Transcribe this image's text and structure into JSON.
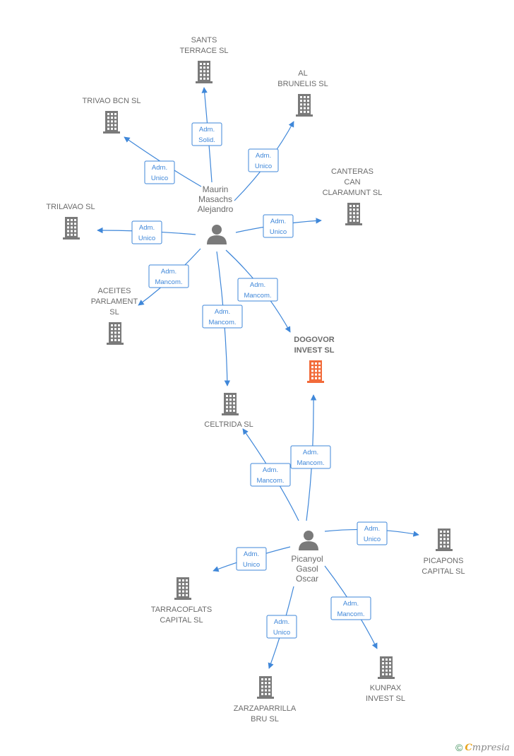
{
  "colors": {
    "edge": "#3f87d9",
    "building": "#7a7a7a",
    "building_focus": "#f26b3a",
    "person": "#7a7a7a"
  },
  "companies": [
    {
      "id": "sants",
      "lines": [
        "SANTS",
        "TERRACE  SL"
      ]
    },
    {
      "id": "trivao",
      "lines": [
        "TRIVAO BCN SL"
      ]
    },
    {
      "id": "brunelis",
      "lines": [
        "AL",
        "BRUNELIS  SL"
      ]
    },
    {
      "id": "canteras",
      "lines": [
        "CANTERAS",
        "CAN",
        "CLARAMUNT SL"
      ]
    },
    {
      "id": "trilavao",
      "lines": [
        "TRILAVAO  SL"
      ]
    },
    {
      "id": "aceites",
      "lines": [
        "ACEITES",
        "PARLAMENT",
        "SL"
      ]
    },
    {
      "id": "dogovor",
      "lines": [
        "DOGOVOR",
        "INVEST  SL"
      ],
      "focus": true
    },
    {
      "id": "celtrida",
      "lines": [
        "CELTRIDA SL"
      ]
    },
    {
      "id": "picapons",
      "lines": [
        "PICAPONS",
        "CAPITAL  SL"
      ]
    },
    {
      "id": "tarracoflats",
      "lines": [
        "TARRACOFLATS",
        "CAPITAL  SL"
      ]
    },
    {
      "id": "zarzaparrilla",
      "lines": [
        "ZARZAPARRILLA",
        "BRU  SL"
      ]
    },
    {
      "id": "kunpax",
      "lines": [
        "KUNPAX",
        "INVEST  SL"
      ]
    }
  ],
  "persons": [
    {
      "id": "maurin",
      "lines": [
        "Maurin",
        "Masachs",
        "Alejandro"
      ]
    },
    {
      "id": "picanyol",
      "lines": [
        "Picanyol",
        "Gasol",
        "Oscar"
      ]
    }
  ],
  "edges": [
    {
      "from": "maurin",
      "to": "sants",
      "lines": [
        "Adm.",
        "Solid."
      ]
    },
    {
      "from": "maurin",
      "to": "trivao",
      "lines": [
        "Adm.",
        "Unico"
      ]
    },
    {
      "from": "maurin",
      "to": "brunelis",
      "lines": [
        "Adm.",
        "Unico"
      ]
    },
    {
      "from": "maurin",
      "to": "canteras",
      "lines": [
        "Adm.",
        "Unico"
      ]
    },
    {
      "from": "maurin",
      "to": "trilavao",
      "lines": [
        "Adm.",
        "Unico"
      ]
    },
    {
      "from": "maurin",
      "to": "aceites",
      "lines": [
        "Adm.",
        "Mancom."
      ]
    },
    {
      "from": "maurin",
      "to": "dogovor",
      "lines": [
        "Adm.",
        "Mancom."
      ]
    },
    {
      "from": "maurin",
      "to": "celtrida",
      "lines": [
        "Adm.",
        "Mancom."
      ]
    },
    {
      "from": "picanyol",
      "to": "celtrida",
      "lines": [
        "Adm.",
        "Mancom."
      ]
    },
    {
      "from": "picanyol",
      "to": "dogovor",
      "lines": [
        "Adm.",
        "Mancom."
      ]
    },
    {
      "from": "picanyol",
      "to": "picapons",
      "lines": [
        "Adm.",
        "Unico"
      ]
    },
    {
      "from": "picanyol",
      "to": "tarracoflats",
      "lines": [
        "Adm.",
        "Unico"
      ]
    },
    {
      "from": "picanyol",
      "to": "zarzaparrilla",
      "lines": [
        "Adm.",
        "Unico"
      ]
    },
    {
      "from": "picanyol",
      "to": "kunpax",
      "lines": [
        "Adm.",
        "Mancom."
      ]
    }
  ],
  "footer": {
    "copyright": "©",
    "brand_first": "C",
    "brand_rest": "mpresia"
  }
}
